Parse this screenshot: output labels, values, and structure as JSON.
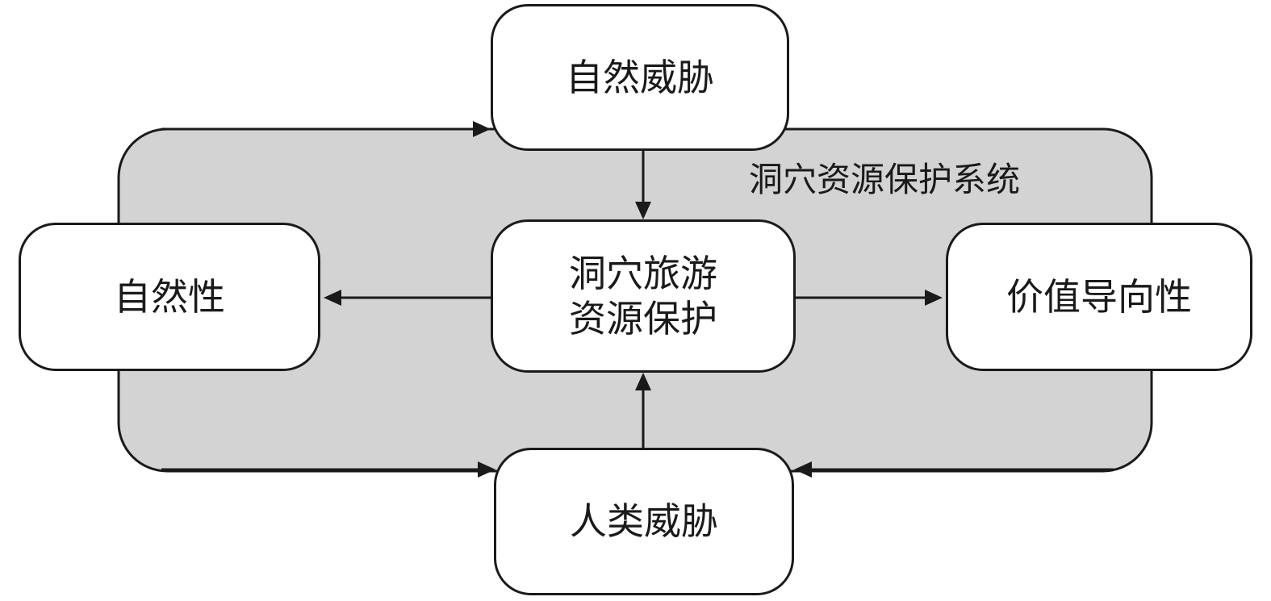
{
  "system": {
    "title": "洞穴资源保护系统",
    "fill_color": "#d3d3d3"
  },
  "nodes": {
    "natural_threat": "自然威胁",
    "cave_protection_line1": "洞穴旅游",
    "cave_protection_line2": "资源保护",
    "naturalness": "自然性",
    "value_oriented": "价值导向性",
    "human_threat": "人类威胁"
  },
  "colors": {
    "stroke": "#1a1a1a",
    "node_fill": "#ffffff"
  }
}
